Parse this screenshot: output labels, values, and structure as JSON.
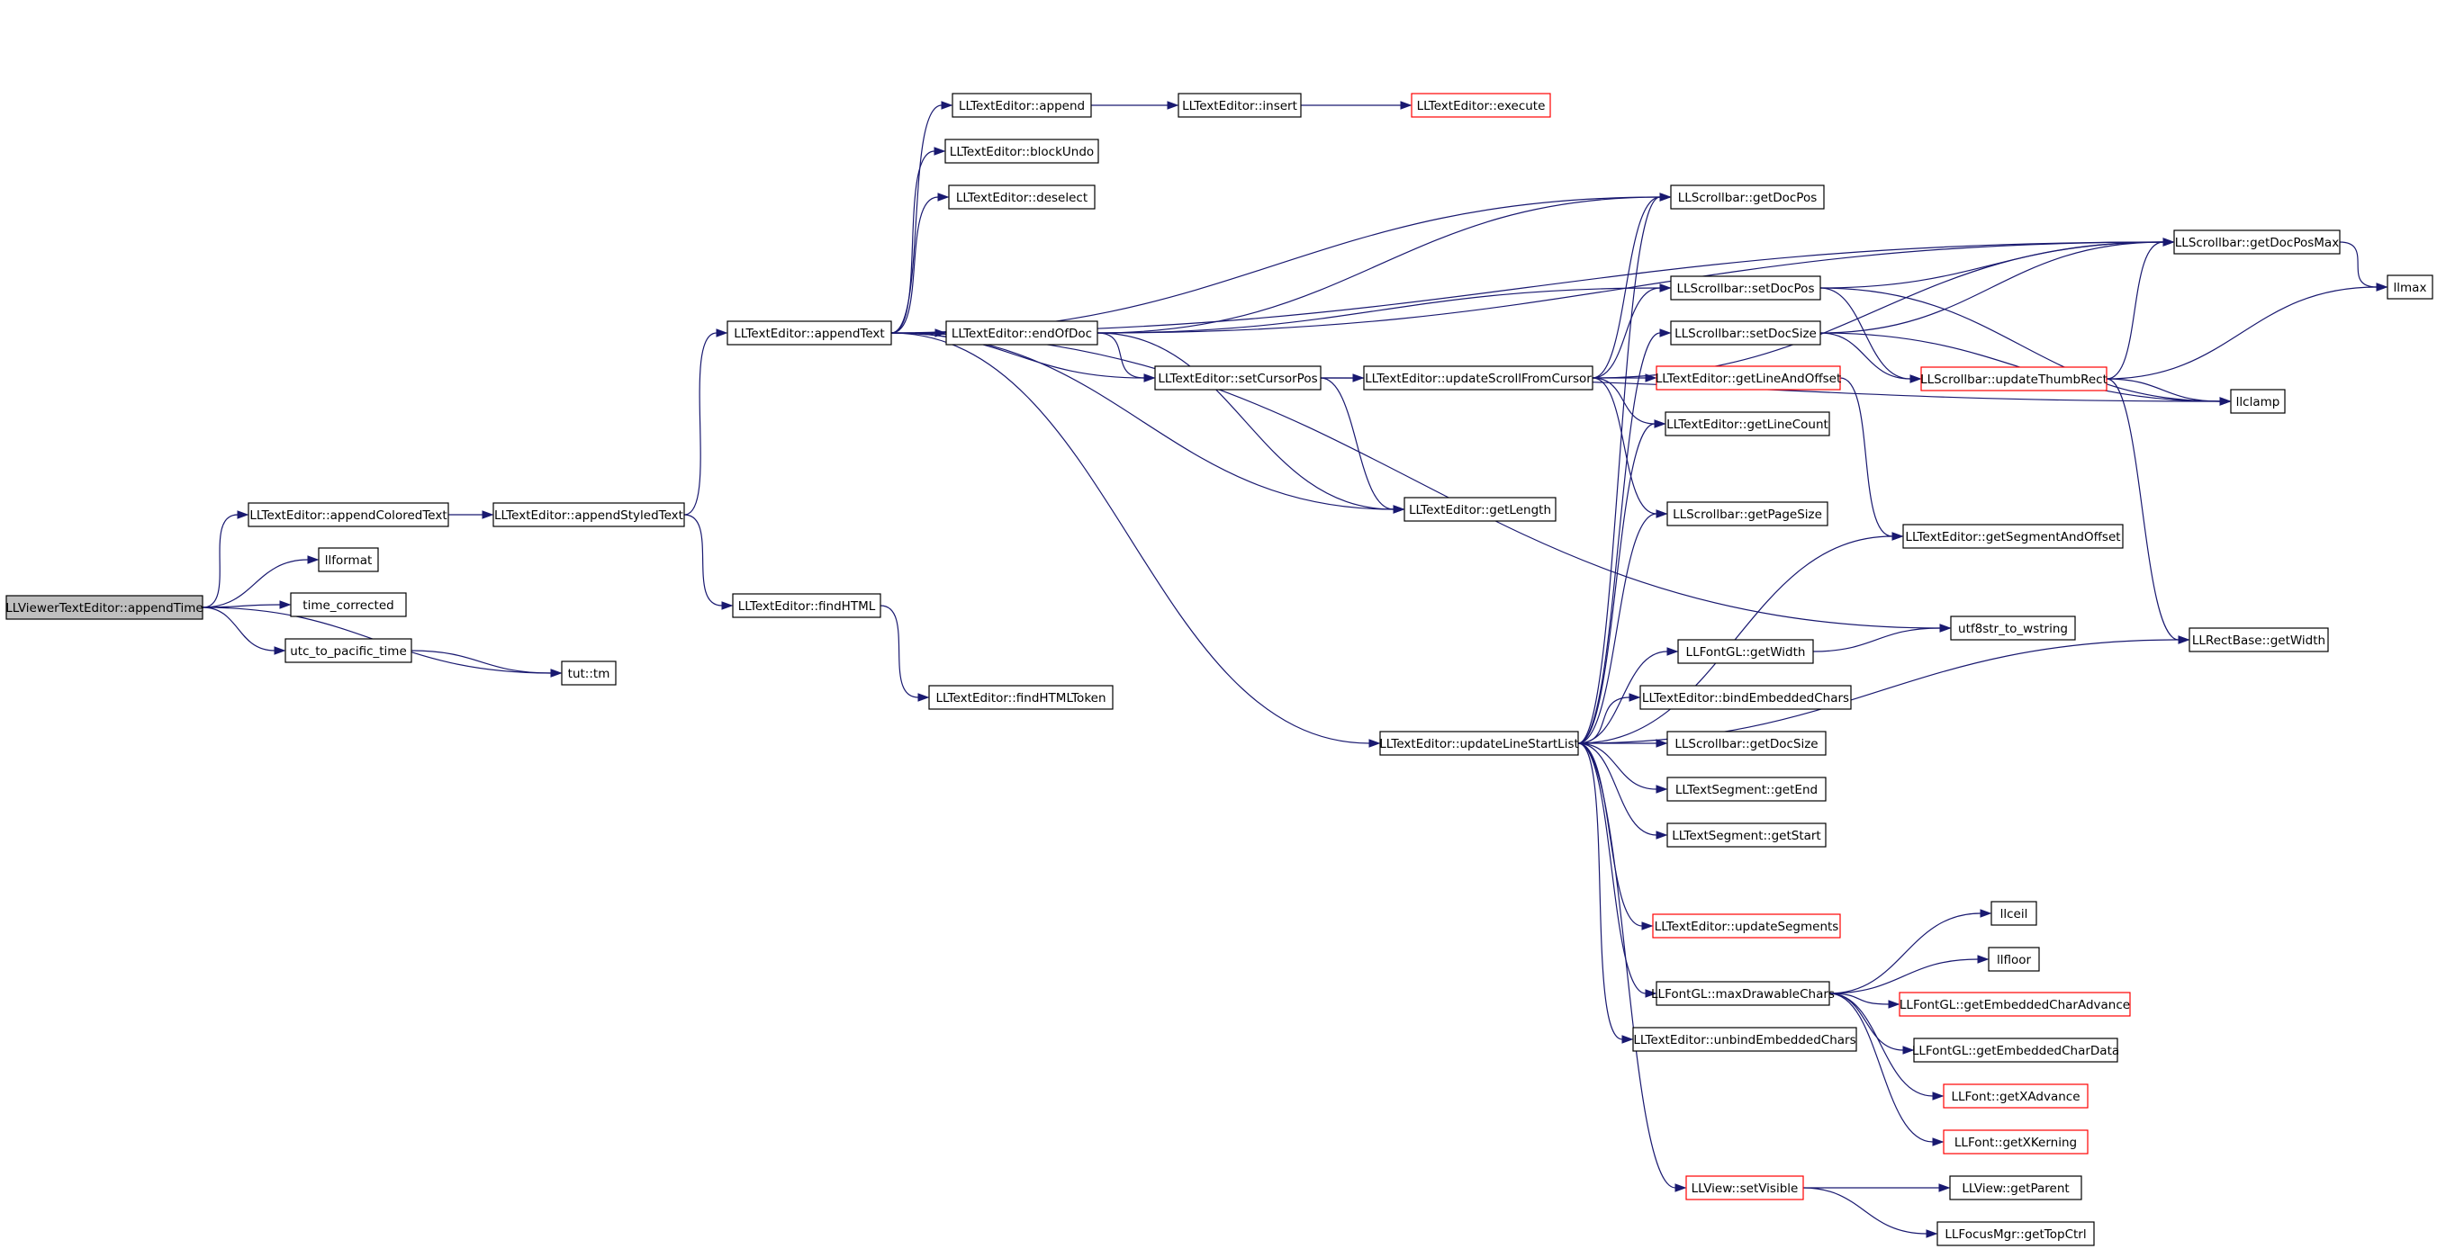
{
  "graph": {
    "colors": {
      "edge": "#191970",
      "border": "#000000",
      "truncated_border": "#ff0000",
      "root_fill": "#bfbfbf",
      "node_fill": "#ffffff"
    },
    "nodes": [
      {
        "id": "appendTime",
        "label": "LLViewerTextEditor::appendTime",
        "root": true
      },
      {
        "id": "appendColoredText",
        "label": "LLTextEditor::appendColoredText"
      },
      {
        "id": "appendStyledText",
        "label": "LLTextEditor::appendStyledText"
      },
      {
        "id": "llformat",
        "label": "llformat"
      },
      {
        "id": "time_corrected",
        "label": "time_corrected"
      },
      {
        "id": "utc_to_pacific_time",
        "label": "utc_to_pacific_time"
      },
      {
        "id": "tut_tm",
        "label": "tut::tm"
      },
      {
        "id": "appendText",
        "label": "LLTextEditor::appendText"
      },
      {
        "id": "findHTML",
        "label": "LLTextEditor::findHTML"
      },
      {
        "id": "findHTMLToken",
        "label": "LLTextEditor::findHTMLToken"
      },
      {
        "id": "append",
        "label": "LLTextEditor::append"
      },
      {
        "id": "insert",
        "label": "LLTextEditor::insert"
      },
      {
        "id": "execute",
        "label": "LLTextEditor::execute",
        "truncated": true
      },
      {
        "id": "blockUndo",
        "label": "LLTextEditor::blockUndo"
      },
      {
        "id": "deselect",
        "label": "LLTextEditor::deselect"
      },
      {
        "id": "endOfDoc",
        "label": "LLTextEditor::endOfDoc"
      },
      {
        "id": "setCursorPos",
        "label": "LLTextEditor::setCursorPos"
      },
      {
        "id": "updateScrollFromCursor",
        "label": "LLTextEditor::updateScrollFromCursor"
      },
      {
        "id": "getLength",
        "label": "LLTextEditor::getLength"
      },
      {
        "id": "updateLineStartList",
        "label": "LLTextEditor::updateLineStartList"
      },
      {
        "id": "sb_getDocPos",
        "label": "LLScrollbar::getDocPos"
      },
      {
        "id": "sb_setDocPos",
        "label": "LLScrollbar::setDocPos"
      },
      {
        "id": "sb_setDocSize",
        "label": "LLScrollbar::setDocSize"
      },
      {
        "id": "getLineAndOffset",
        "label": "LLTextEditor::getLineAndOffset",
        "truncated": true
      },
      {
        "id": "getLineCount",
        "label": "LLTextEditor::getLineCount"
      },
      {
        "id": "sb_getPageSize",
        "label": "LLScrollbar::getPageSize"
      },
      {
        "id": "getSegmentAndOffset",
        "label": "LLTextEditor::getSegmentAndOffset"
      },
      {
        "id": "utf8str_to_wstring",
        "label": "utf8str_to_wstring"
      },
      {
        "id": "fontgl_getWidth",
        "label": "LLFontGL::getWidth"
      },
      {
        "id": "bindEmbeddedChars",
        "label": "LLTextEditor::bindEmbeddedChars"
      },
      {
        "id": "sb_getDocSize",
        "label": "LLScrollbar::getDocSize"
      },
      {
        "id": "seg_getEnd",
        "label": "LLTextSegment::getEnd"
      },
      {
        "id": "seg_getStart",
        "label": "LLTextSegment::getStart"
      },
      {
        "id": "updateSegments",
        "label": "LLTextEditor::updateSegments",
        "truncated": true
      },
      {
        "id": "maxDrawableChars",
        "label": "LLFontGL::maxDrawableChars"
      },
      {
        "id": "unbindEmbeddedChars",
        "label": "LLTextEditor::unbindEmbeddedChars"
      },
      {
        "id": "setVisible",
        "label": "LLView::setVisible",
        "truncated": true
      },
      {
        "id": "sb_getDocPosMax",
        "label": "LLScrollbar::getDocPosMax"
      },
      {
        "id": "updateThumbRect",
        "label": "LLScrollbar::updateThumbRect",
        "truncated": true
      },
      {
        "id": "rect_getWidth",
        "label": "LLRectBase::getWidth"
      },
      {
        "id": "llmax",
        "label": "llmax"
      },
      {
        "id": "llclamp",
        "label": "llclamp"
      },
      {
        "id": "llceil",
        "label": "llceil"
      },
      {
        "id": "llfloor",
        "label": "llfloor"
      },
      {
        "id": "getEmbeddedCharAdvance",
        "label": "LLFontGL::getEmbeddedCharAdvance",
        "truncated": true
      },
      {
        "id": "getEmbeddedCharData",
        "label": "LLFontGL::getEmbeddedCharData"
      },
      {
        "id": "getXAdvance",
        "label": "LLFont::getXAdvance",
        "truncated": true
      },
      {
        "id": "getXKerning",
        "label": "LLFont::getXKerning",
        "truncated": true
      },
      {
        "id": "getParent",
        "label": "LLView::getParent"
      },
      {
        "id": "getTopCtrl",
        "label": "LLFocusMgr::getTopCtrl"
      }
    ],
    "edges": [
      [
        "appendTime",
        "appendColoredText"
      ],
      [
        "appendTime",
        "llformat"
      ],
      [
        "appendTime",
        "time_corrected"
      ],
      [
        "appendTime",
        "utc_to_pacific_time"
      ],
      [
        "appendTime",
        "tut_tm"
      ],
      [
        "utc_to_pacific_time",
        "tut_tm"
      ],
      [
        "appendColoredText",
        "appendStyledText"
      ],
      [
        "appendStyledText",
        "appendText"
      ],
      [
        "appendStyledText",
        "findHTML"
      ],
      [
        "findHTML",
        "findHTMLToken"
      ],
      [
        "appendText",
        "append"
      ],
      [
        "appendText",
        "blockUndo"
      ],
      [
        "appendText",
        "deselect"
      ],
      [
        "appendText",
        "endOfDoc"
      ],
      [
        "appendText",
        "setCursorPos"
      ],
      [
        "appendText",
        "getLength"
      ],
      [
        "appendText",
        "sb_getDocPos"
      ],
      [
        "appendText",
        "sb_getDocPosMax"
      ],
      [
        "appendText",
        "utf8str_to_wstring"
      ],
      [
        "appendText",
        "updateLineStartList"
      ],
      [
        "append",
        "insert"
      ],
      [
        "insert",
        "execute"
      ],
      [
        "endOfDoc",
        "sb_getDocPos"
      ],
      [
        "endOfDoc",
        "sb_getDocPosMax"
      ],
      [
        "endOfDoc",
        "sb_setDocPos"
      ],
      [
        "endOfDoc",
        "setCursorPos"
      ],
      [
        "endOfDoc",
        "getLength"
      ],
      [
        "setCursorPos",
        "updateScrollFromCursor"
      ],
      [
        "setCursorPos",
        "getLength"
      ],
      [
        "setCursorPos",
        "llclamp"
      ],
      [
        "updateScrollFromCursor",
        "sb_getDocPos"
      ],
      [
        "updateScrollFromCursor",
        "sb_getDocPosMax"
      ],
      [
        "updateScrollFromCursor",
        "sb_setDocPos"
      ],
      [
        "updateScrollFromCursor",
        "getLineAndOffset"
      ],
      [
        "updateScrollFromCursor",
        "getLineCount"
      ],
      [
        "updateScrollFromCursor",
        "sb_getPageSize"
      ],
      [
        "getLineAndOffset",
        "getSegmentAndOffset"
      ],
      [
        "sb_setDocPos",
        "sb_getDocPosMax"
      ],
      [
        "sb_setDocPos",
        "updateThumbRect"
      ],
      [
        "sb_setDocPos",
        "llclamp"
      ],
      [
        "sb_setDocSize",
        "sb_getDocPosMax"
      ],
      [
        "sb_setDocSize",
        "updateThumbRect"
      ],
      [
        "sb_setDocSize",
        "llclamp"
      ],
      [
        "updateThumbRect",
        "sb_getDocPosMax"
      ],
      [
        "updateThumbRect",
        "llmax"
      ],
      [
        "updateThumbRect",
        "llclamp"
      ],
      [
        "updateThumbRect",
        "rect_getWidth"
      ],
      [
        "sb_getDocPosMax",
        "llmax"
      ],
      [
        "updateLineStartList",
        "sb_getDocPos"
      ],
      [
        "updateLineStartList",
        "sb_setDocSize"
      ],
      [
        "updateLineStartList",
        "getLineCount"
      ],
      [
        "updateLineStartList",
        "sb_getPageSize"
      ],
      [
        "updateLineStartList",
        "getSegmentAndOffset"
      ],
      [
        "updateLineStartList",
        "fontgl_getWidth"
      ],
      [
        "updateLineStartList",
        "bindEmbeddedChars"
      ],
      [
        "updateLineStartList",
        "sb_getDocSize"
      ],
      [
        "updateLineStartList",
        "seg_getEnd"
      ],
      [
        "updateLineStartList",
        "seg_getStart"
      ],
      [
        "updateLineStartList",
        "rect_getWidth"
      ],
      [
        "updateLineStartList",
        "updateSegments"
      ],
      [
        "updateLineStartList",
        "maxDrawableChars"
      ],
      [
        "updateLineStartList",
        "unbindEmbeddedChars"
      ],
      [
        "updateLineStartList",
        "setVisible"
      ],
      [
        "fontgl_getWidth",
        "utf8str_to_wstring"
      ],
      [
        "maxDrawableChars",
        "llceil"
      ],
      [
        "maxDrawableChars",
        "llfloor"
      ],
      [
        "maxDrawableChars",
        "getEmbeddedCharAdvance"
      ],
      [
        "maxDrawableChars",
        "getEmbeddedCharData"
      ],
      [
        "maxDrawableChars",
        "getXAdvance"
      ],
      [
        "maxDrawableChars",
        "getXKerning"
      ],
      [
        "setVisible",
        "getParent"
      ],
      [
        "setVisible",
        "getTopCtrl"
      ]
    ]
  }
}
